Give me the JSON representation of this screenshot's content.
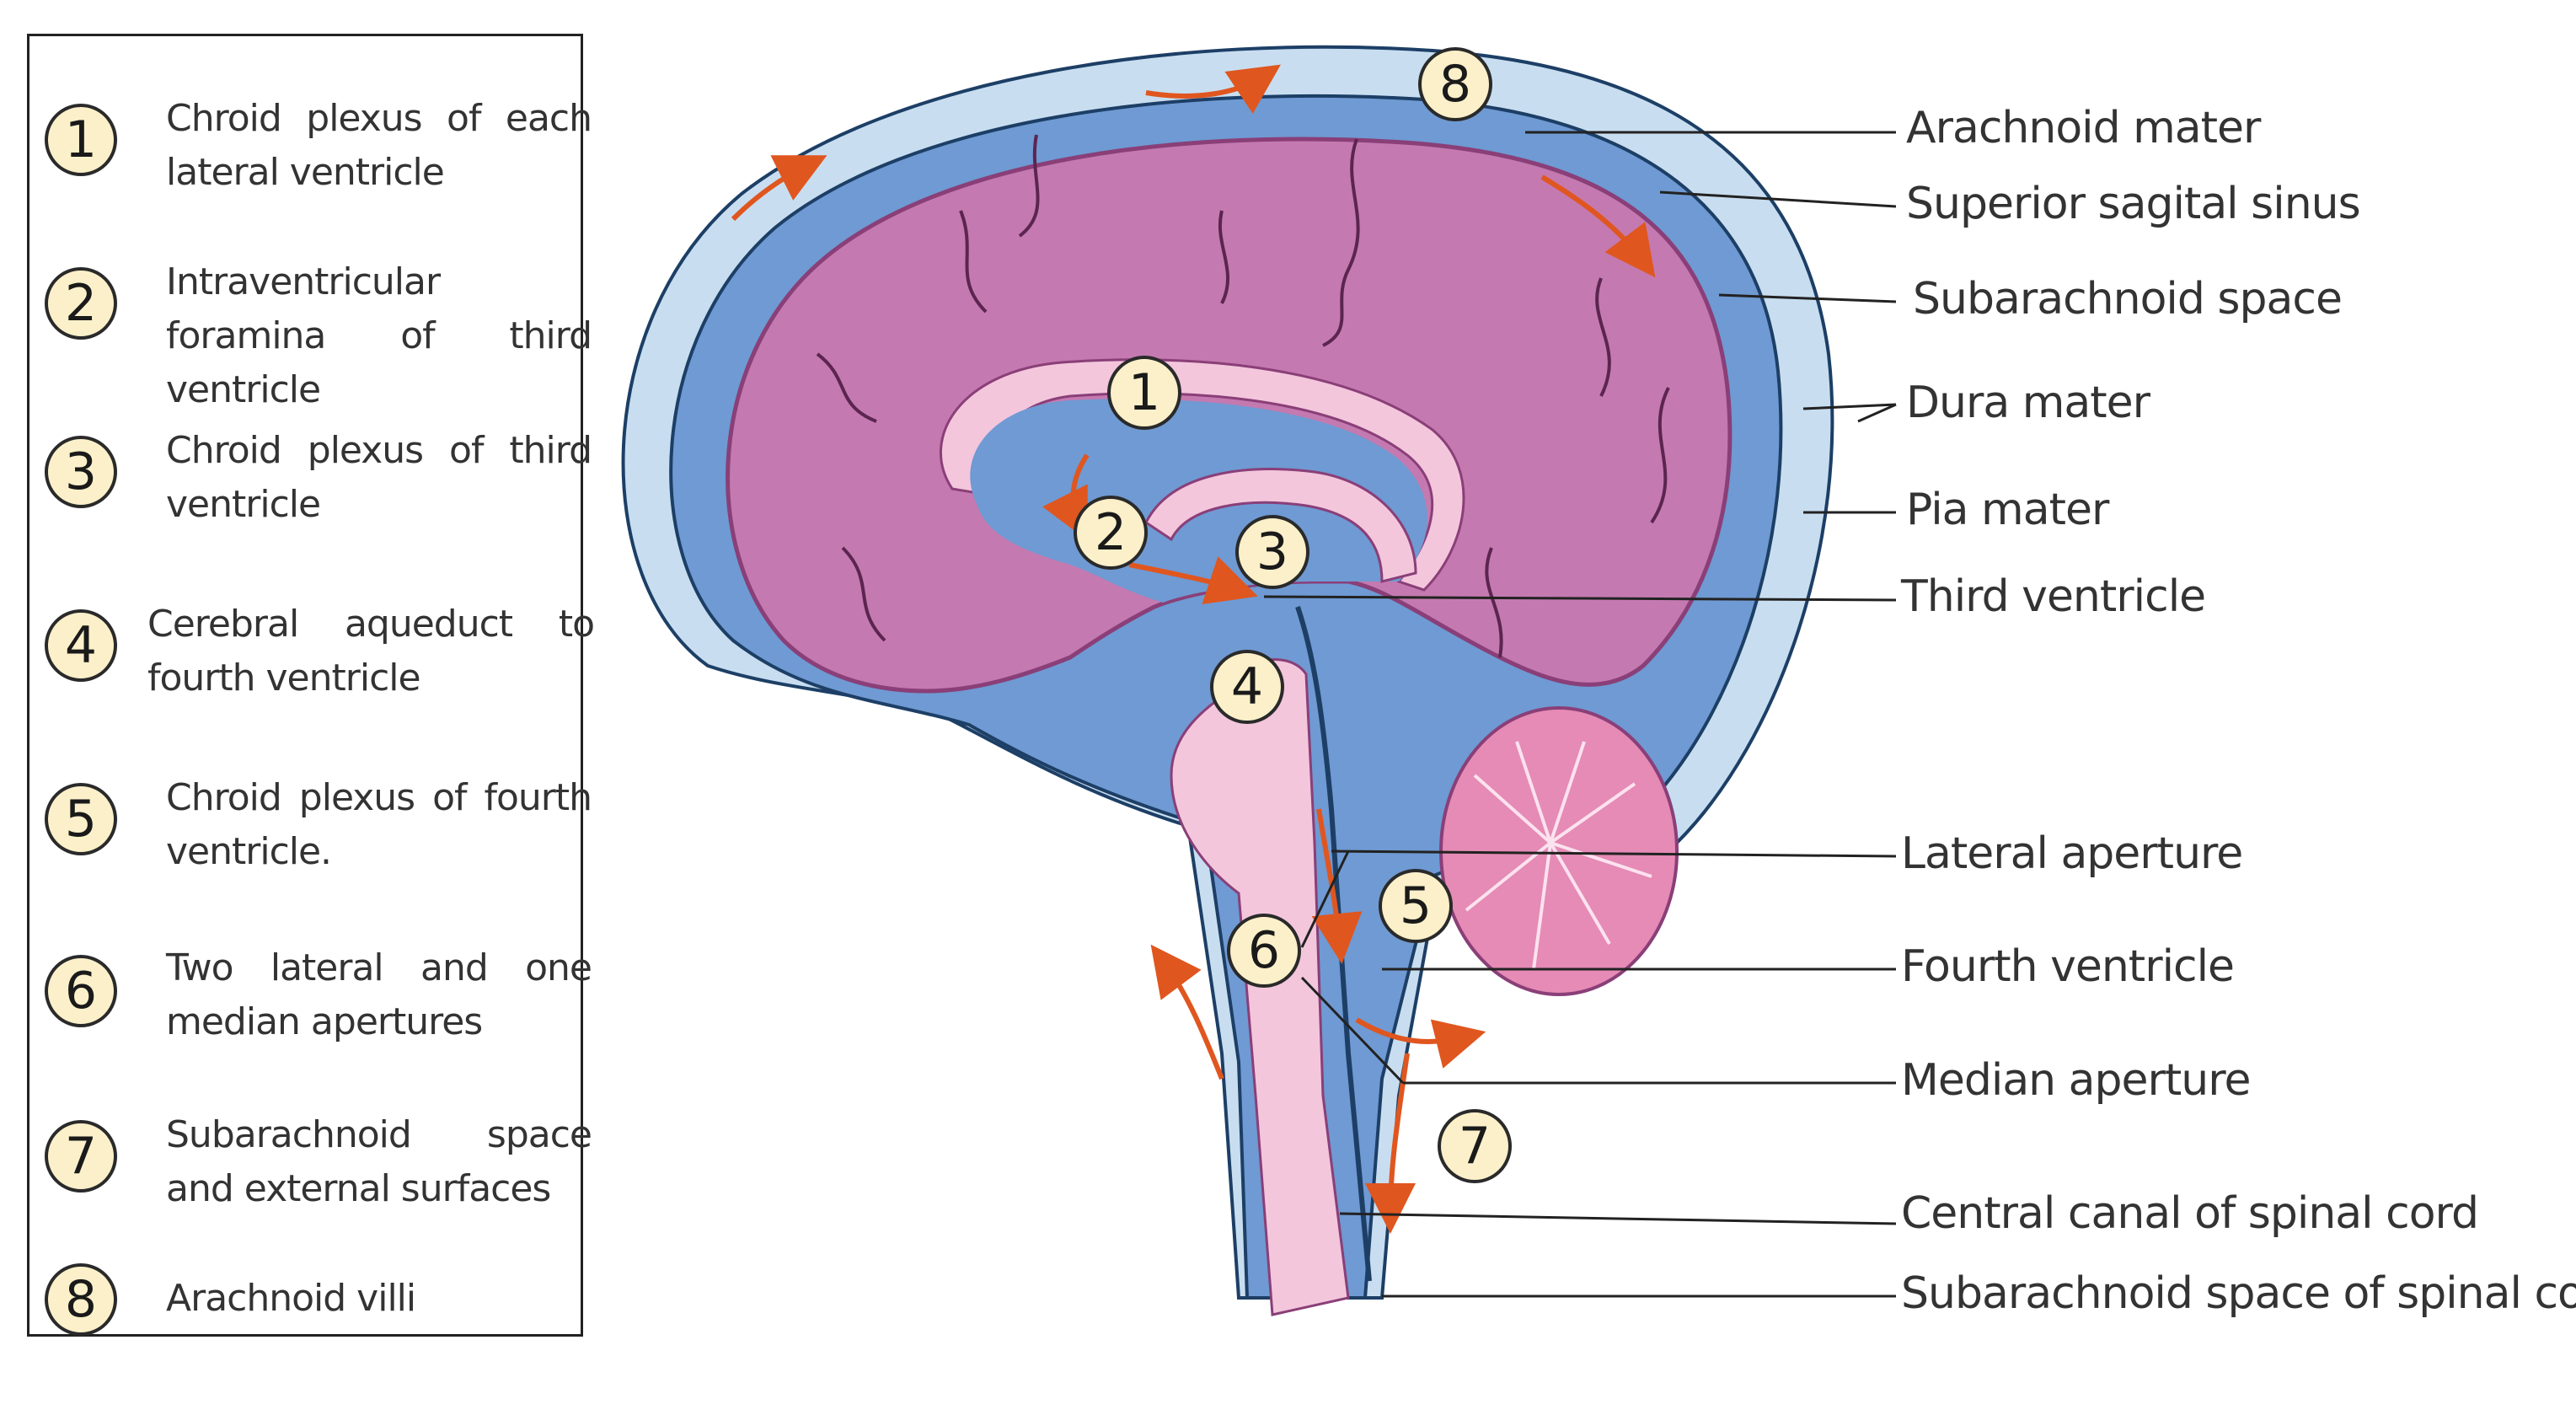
{
  "legend": {
    "items": [
      {
        "num": "1",
        "text": "Chroid plexus of each lateral ventricle"
      },
      {
        "num": "2",
        "text": "Intraventricular foramina of third ventricle"
      },
      {
        "num": "3",
        "text": "Chroid plexus of third ventricle"
      },
      {
        "num": "4",
        "text": "Cerebral aqueduct to fourth ventricle"
      },
      {
        "num": "5",
        "text": "Chroid plexus of fourth ventricle."
      },
      {
        "num": "6",
        "text": "Two lateral and one median apertures"
      },
      {
        "num": "7",
        "text": "Subarachnoid space and external surfaces"
      },
      {
        "num": "8",
        "text": "Arachnoid villi"
      }
    ]
  },
  "labels": {
    "arachnoid_mater": "Arachnoid mater",
    "superior_sagital_sinus": "Superior sagital sinus",
    "subarachnoid_space": "Subarachnoid space",
    "dura_mater": "Dura mater",
    "pia_mater": "Pia mater",
    "third_ventricle": "Third ventricle",
    "lateral_aperture": "Lateral aperture",
    "fourth_ventricle": "Fourth ventricle",
    "median_aperture": "Median aperture",
    "central_canal": "Central canal of spinal cord",
    "subarachnoid_spinal": "Subarachnoid space of spinal cord"
  },
  "markers": [
    "1",
    "2",
    "3",
    "4",
    "5",
    "6",
    "7",
    "8"
  ],
  "colors": {
    "dura_outer": "#c8def0",
    "csf_blue": "#6f9ad3",
    "brain_tissue": "#c47ab0",
    "brain_edge": "#8a3f78",
    "pale_pink": "#f3c6dc",
    "cerebellum": "#e58bb5",
    "arrow": "#e0561f",
    "badge_fill": "#fbf0c9"
  }
}
